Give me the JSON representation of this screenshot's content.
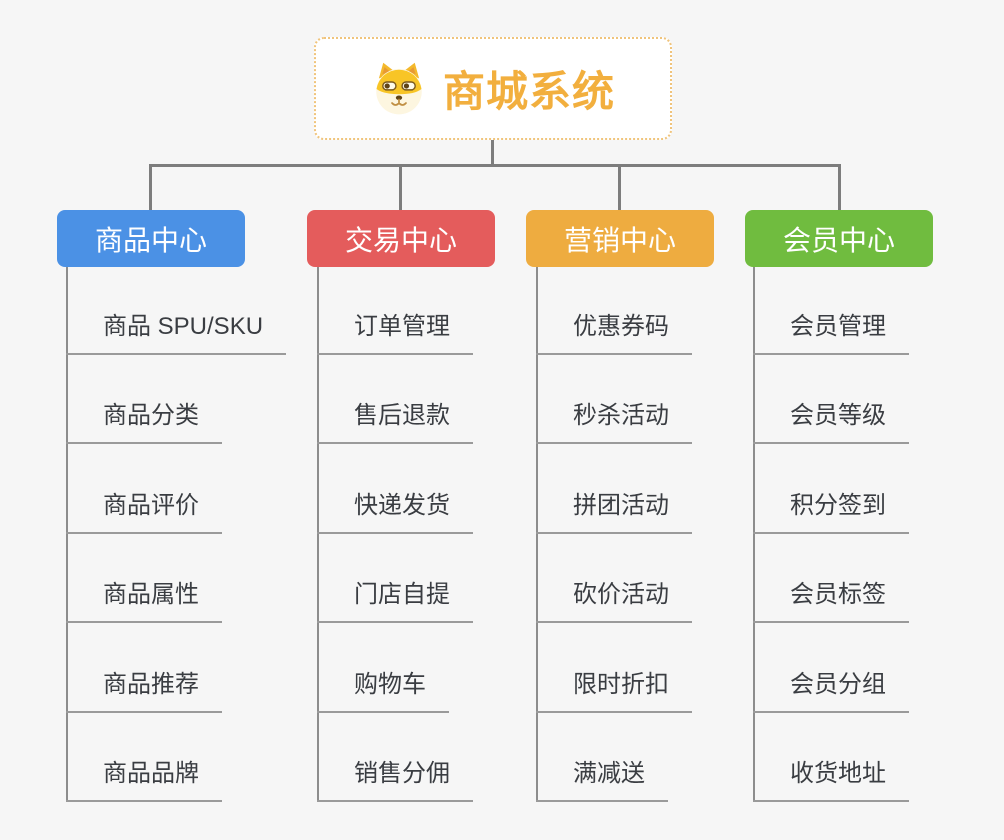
{
  "root": {
    "title": "商城系统",
    "icon": "doge-icon"
  },
  "colors": {
    "background": "#f6f6f6",
    "root_border": "#f0c47c",
    "root_text": "#f2af3e",
    "connector": "#7d7d7d",
    "leaf_line": "#9a9a9a",
    "leaf_text": "#3a3d42",
    "branch_blue": "#4b91e5",
    "branch_red": "#e45c5c",
    "branch_orange": "#eeac40",
    "branch_green": "#70bc3f"
  },
  "branches": [
    {
      "label": "商品中心",
      "color": "#4b91e5",
      "items": [
        "商品 SPU/SKU",
        "商品分类",
        "商品评价",
        "商品属性",
        "商品推荐",
        "商品品牌"
      ]
    },
    {
      "label": "交易中心",
      "color": "#e45c5c",
      "items": [
        "订单管理",
        "售后退款",
        "快递发货",
        "门店自提",
        "购物车",
        "销售分佣"
      ]
    },
    {
      "label": "营销中心",
      "color": "#eeac40",
      "items": [
        "优惠券码",
        "秒杀活动",
        "拼团活动",
        "砍价活动",
        "限时折扣",
        "满减送"
      ]
    },
    {
      "label": "会员中心",
      "color": "#70bc3f",
      "items": [
        "会员管理",
        "会员等级",
        "积分签到",
        "会员标签",
        "会员分组",
        "收货地址"
      ]
    }
  ]
}
